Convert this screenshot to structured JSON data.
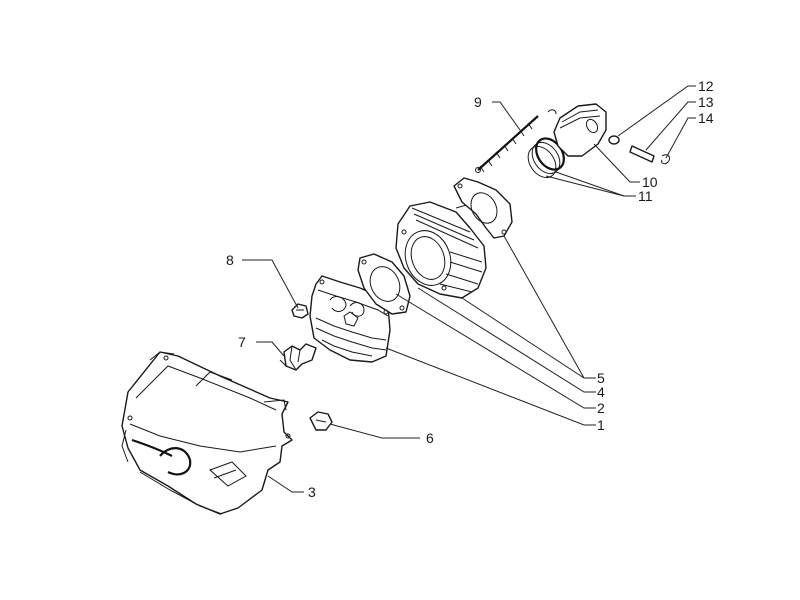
{
  "callouts": [
    {
      "id": "1",
      "text": "1"
    },
    {
      "id": "2",
      "text": "2"
    },
    {
      "id": "3",
      "text": "3"
    },
    {
      "id": "4",
      "text": "4"
    },
    {
      "id": "5",
      "text": "5"
    },
    {
      "id": "6",
      "text": "6"
    },
    {
      "id": "7",
      "text": "7"
    },
    {
      "id": "8",
      "text": "8"
    },
    {
      "id": "9",
      "text": "9"
    },
    {
      "id": "10",
      "text": "10"
    },
    {
      "id": "11",
      "text": "11"
    },
    {
      "id": "12",
      "text": "12"
    },
    {
      "id": "13",
      "text": "13"
    },
    {
      "id": "14",
      "text": "14"
    }
  ],
  "colors": {
    "line": "#1a1a1a",
    "background": "#ffffff"
  }
}
